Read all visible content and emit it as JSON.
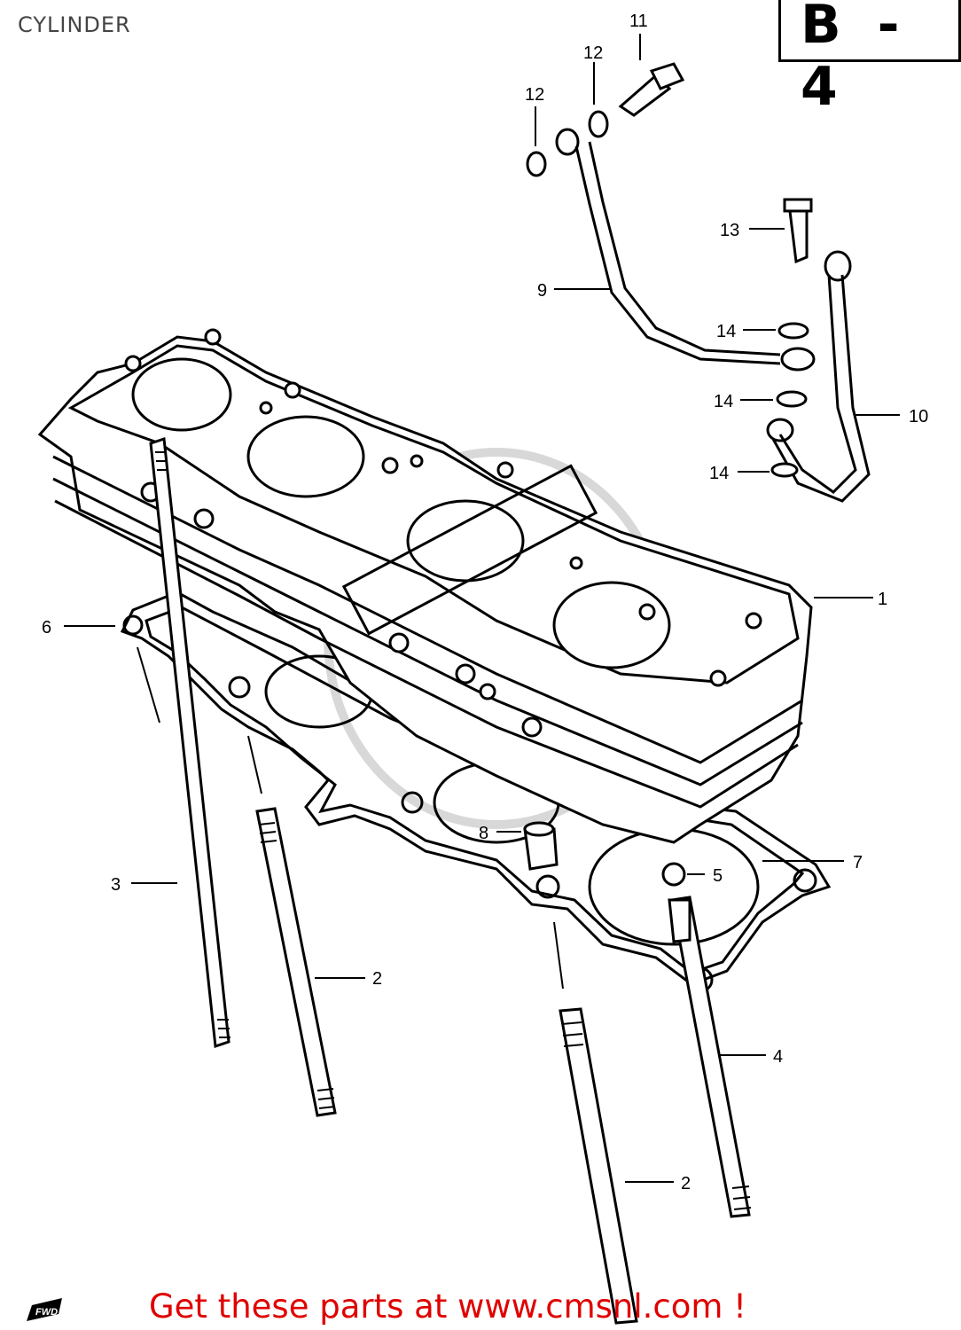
{
  "title": "CYLINDER",
  "reference_code": "B - 4",
  "fwd_label": "FWD",
  "footer_link_text": "Get these parts at www.cmsnl.com !",
  "colors": {
    "link": "#e00000",
    "line": "#000000",
    "watermark": "#d8d8d8"
  },
  "callouts": {
    "n1": "1",
    "n2a": "2",
    "n2b": "2",
    "n3": "3",
    "n4": "4",
    "n5": "5",
    "n6": "6",
    "n7": "7",
    "n8": "8",
    "n9": "9",
    "n10": "10",
    "n11": "11",
    "n12a": "12",
    "n12b": "12",
    "n13": "13",
    "n14a": "14",
    "n14b": "14",
    "n14c": "14"
  }
}
